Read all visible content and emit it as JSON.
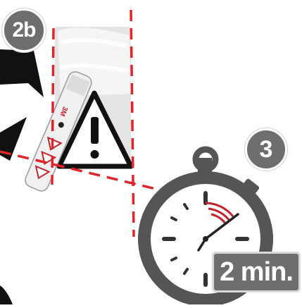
{
  "steps": {
    "step_2b_label": "2b",
    "step_3_label": "3"
  },
  "timer": {
    "duration_label": "2 min."
  },
  "product": {
    "brand_mark": "3M"
  },
  "colors": {
    "badge_gray": "#6e6e70",
    "dashed_red": "#e0242b",
    "arrow_black": "#111111",
    "warning_border": "#000000",
    "swab_tip": "#c2242b"
  },
  "icons": [
    "arrow-icon",
    "warning-triangle-icon",
    "stopwatch-icon",
    "swab-pen-icon"
  ]
}
